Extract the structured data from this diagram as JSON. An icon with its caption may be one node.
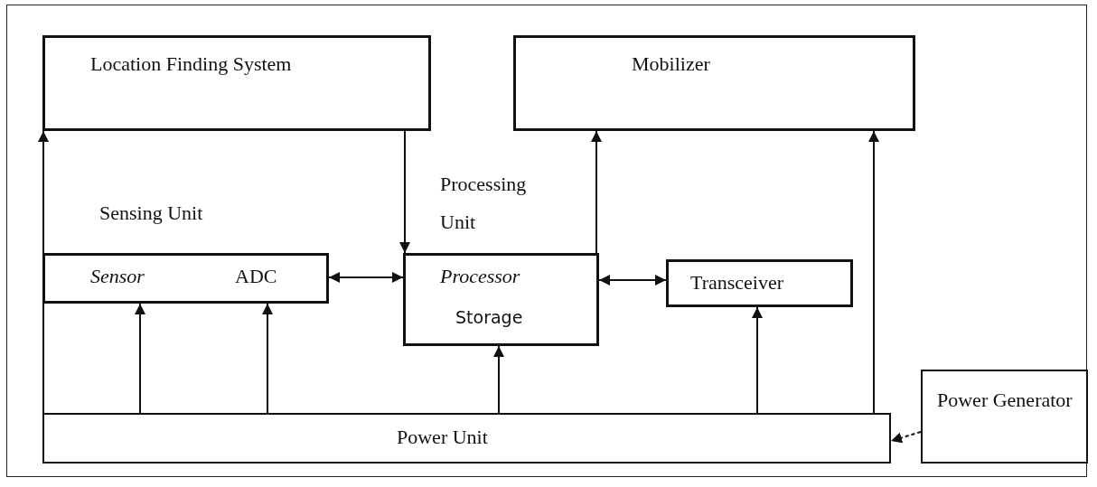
{
  "diagram": {
    "nodes": [
      {
        "text": [
          "Location Finding System"
        ]
      },
      {
        "text": [
          "Mobilizer"
        ]
      },
      {
        "text": [
          "Sensing Unit",
          "Sensor",
          "ADC"
        ]
      },
      {
        "text": [
          "Processing Unit",
          "Processor",
          "Storage"
        ]
      },
      {
        "text": [
          "Transceiver"
        ]
      },
      {
        "text": [
          "Power Unit"
        ]
      },
      {
        "text": [
          "Power Generator"
        ]
      }
    ],
    "edges": [
      {
        "from": 5,
        "to": 0,
        "arrow": "to"
      },
      {
        "from": 0,
        "to": 3,
        "arrow": "to"
      },
      {
        "from": 3,
        "to": 1,
        "arrow": "to"
      },
      {
        "from": 5,
        "to": 1,
        "arrow": "to"
      },
      {
        "from": 2,
        "to": 3,
        "arrow": "both"
      },
      {
        "from": 3,
        "to": 4,
        "arrow": "both"
      },
      {
        "from": 5,
        "to": 2,
        "arrow": "to"
      },
      {
        "from": 5,
        "to": 2,
        "arrow": "to"
      },
      {
        "from": 5,
        "to": 3,
        "arrow": "to"
      },
      {
        "from": 5,
        "to": 4,
        "arrow": "to"
      },
      {
        "from": 6,
        "to": 5,
        "arrow": "to",
        "style": "dashed"
      }
    ]
  }
}
